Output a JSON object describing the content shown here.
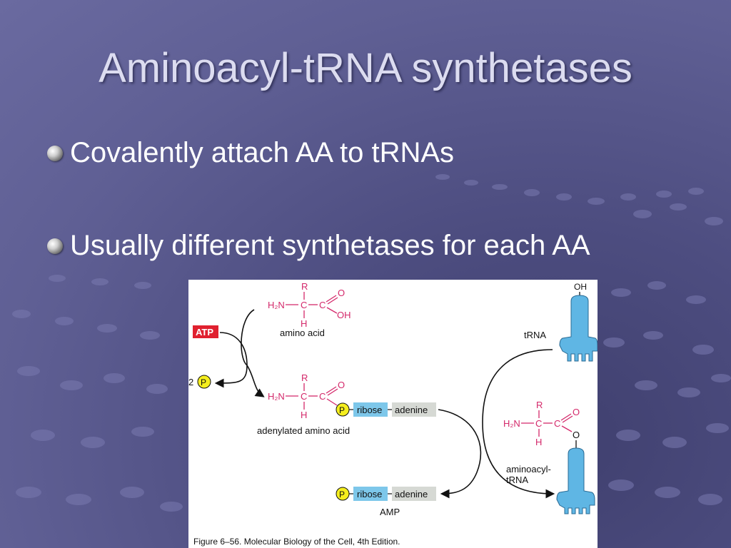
{
  "slide": {
    "title": "Aminoacyl-tRNA synthetases",
    "bullets": [
      "Covalently attach AA to tRNAs",
      "Usually different synthetases for each AA"
    ]
  },
  "figure": {
    "caption": "Figure 6–56. Molecular Biology of the Cell, 4th Edition.",
    "atp": "ATP",
    "pyro_count": "2",
    "p": "P",
    "r": "R",
    "h": "H",
    "o": "O",
    "oh": "OH",
    "h2n": "H₂N",
    "c": "C",
    "ribose": "ribose",
    "adenine": "adenine",
    "amino_acid_label": "amino acid",
    "adenylated_label": "adenylated amino acid",
    "trna_label": "tRNA",
    "trna_oh": "OH",
    "aminoacyl_label_1": "aminoacyl-",
    "aminoacyl_label_2": "tRNA",
    "amp_label": "AMP"
  },
  "colors": {
    "chem": "#d4286a",
    "ribose_box": "#7dc7ea",
    "adenine_box": "#d6d9d4",
    "atp_box": "#e0202f",
    "p_circle": "#f5ee1e",
    "trna": "#5fb6e4"
  }
}
